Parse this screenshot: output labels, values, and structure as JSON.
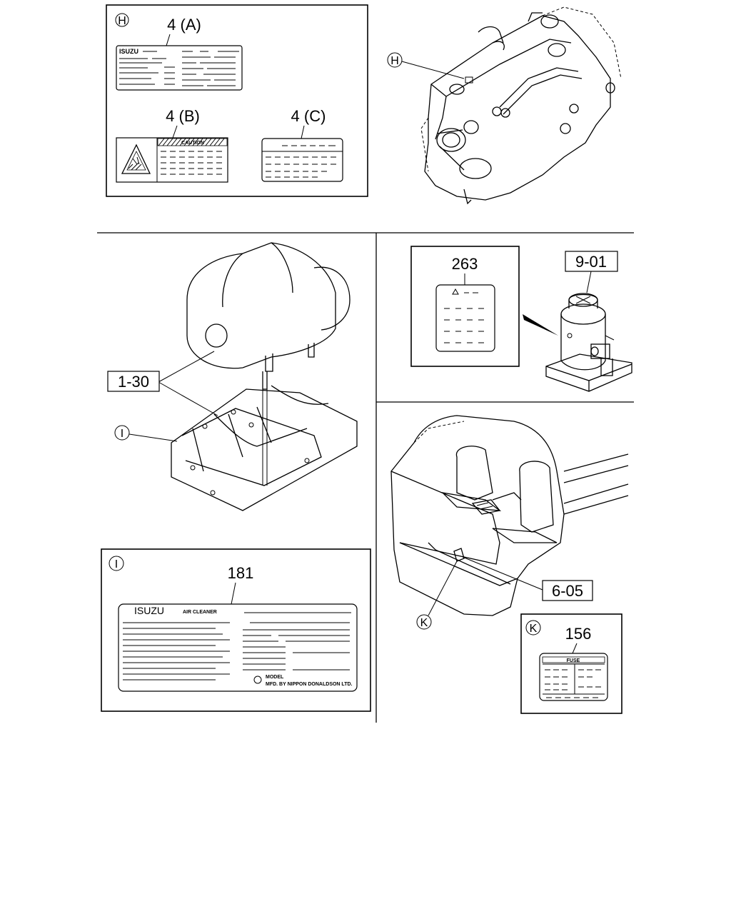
{
  "callouts": {
    "h_letter": "H",
    "i_letter": "I",
    "k_letter": "K"
  },
  "part_labels": {
    "label_4a": "4 (A)",
    "label_4b": "4 (B)",
    "label_4c": "4 (C)",
    "label_263": "263",
    "label_181": "181",
    "label_156": "156"
  },
  "ref_boxes": {
    "ref_130": "1-30",
    "ref_901": "9-01",
    "ref_605": "6-05"
  },
  "decal_text": {
    "isuzu_small": "ISUZU",
    "caution": "CAUTION",
    "isuzu_large": "ISUZU",
    "air_cleaner": "AIR CLEANER",
    "model": "MODEL",
    "mfd": "MFD. BY NIPPON DONALDSON LTD.",
    "fuse": "FUSE"
  }
}
